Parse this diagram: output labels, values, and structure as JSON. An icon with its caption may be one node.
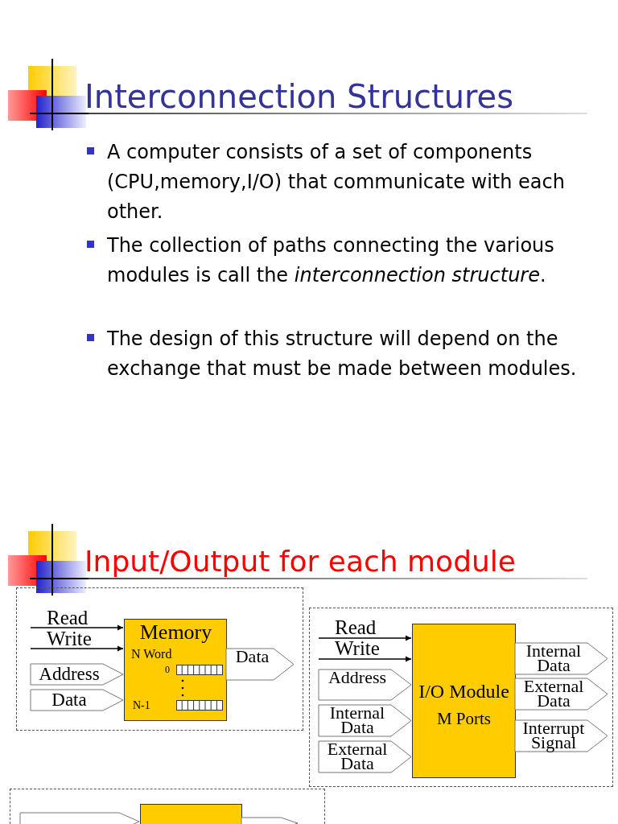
{
  "diagram": {
    "title": "Interconnection Structures",
    "nodes": [
      {
        "text": [],
        "shape": "box"
      },
      {
        "text": [
          "Memory",
          "N Word",
          "0",
          "N-1"
        ],
        "in": 0
      },
      {
        "text": [],
        "shape": "box"
      },
      {
        "text": [
          "I/O Module",
          "M Ports"
        ],
        "in": 2
      },
      {
        "text": [],
        "shape": "box"
      },
      {
        "text": [],
        "shape": "box",
        "in": 4
      }
    ],
    "edges": [
      {
        "from": null,
        "to": 1,
        "arrow": "to",
        "label": "Read"
      },
      {
        "from": null,
        "to": 1,
        "arrow": "to",
        "label": "Write"
      },
      {
        "from": null,
        "to": 1,
        "arrow": "to",
        "label": "Address"
      },
      {
        "from": null,
        "to": 1,
        "arrow": "to",
        "label": "Data"
      },
      {
        "from": 1,
        "to": null,
        "arrow": "to",
        "label": "Data"
      },
      {
        "from": null,
        "to": 3,
        "arrow": "to",
        "label": "Read"
      },
      {
        "from": null,
        "to": 3,
        "arrow": "to",
        "label": "Write"
      },
      {
        "from": null,
        "to": 3,
        "arrow": "to",
        "label": "Address"
      },
      {
        "from": null,
        "to": 3,
        "arrow": "to",
        "label": "Internal Data"
      },
      {
        "from": null,
        "to": 3,
        "arrow": "to",
        "label": "External Data"
      },
      {
        "from": 3,
        "to": null,
        "arrow": "to",
        "label": "Internal Data"
      },
      {
        "from": 3,
        "to": null,
        "arrow": "to",
        "label": "External Data"
      },
      {
        "from": 3,
        "to": null,
        "arrow": "to",
        "label": "Interrupt Signal"
      },
      {
        "from": null,
        "to": 5,
        "arrow": "to"
      },
      {
        "from": 5,
        "to": null,
        "arrow": "to"
      }
    ],
    "labels": [
      "A computer consists of a set of components (CPU,memory,I/O) that communicate with each other.",
      "The collection of paths connecting the various modules is call the *interconnection structure*.",
      "The design of this structure will depend on the exchange that must be made between modules.",
      "Input/Output for each module"
    ]
  }
}
